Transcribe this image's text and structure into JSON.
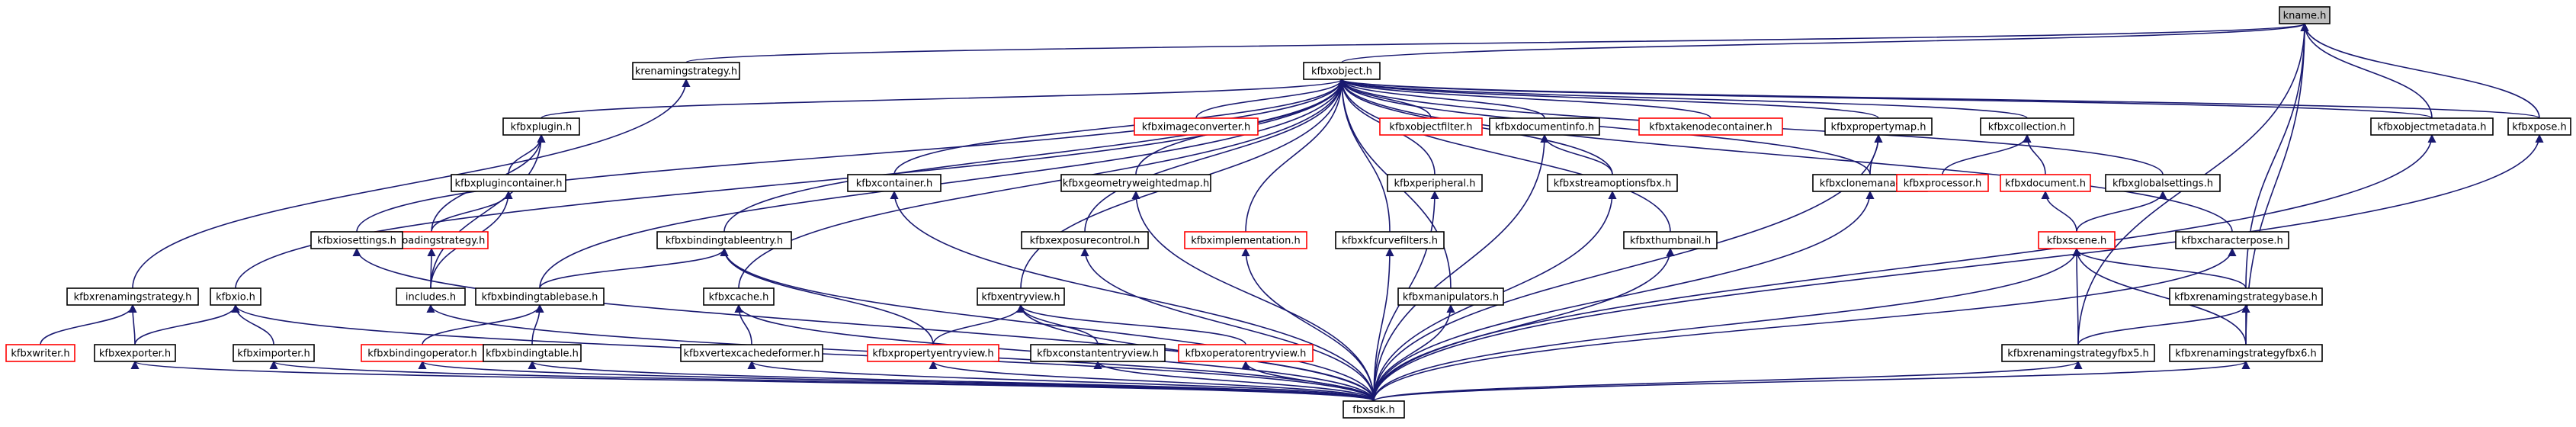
{
  "colors": {
    "edge": "#191970",
    "box_border_normal": "#000000",
    "box_border_red": "#ff0000",
    "root_fill": "#bfbfbf",
    "box_fill": "#ffffff"
  },
  "nodes": [
    {
      "id": "kname",
      "label": "kname.h",
      "style": "root"
    },
    {
      "id": "krenamingstrategy",
      "label": "krenamingstrategy.h",
      "style": "normal"
    },
    {
      "id": "kfbxobject",
      "label": "kfbxobject.h",
      "style": "normal"
    },
    {
      "id": "kfbxplugin",
      "label": "kfbxplugin.h",
      "style": "normal"
    },
    {
      "id": "kfbxplugincontainer",
      "label": "kfbxplugincontainer.h",
      "style": "normal"
    },
    {
      "id": "kfbxloadingstrategy",
      "label": "kfbxloadingstrategy.h",
      "style": "red"
    },
    {
      "id": "includes",
      "label": "includes.h",
      "style": "normal"
    },
    {
      "id": "kfbxiosettings",
      "label": "kfbxiosettings.h",
      "style": "normal"
    },
    {
      "id": "kfbxrenamingstrategy",
      "label": "kfbxrenamingstrategy.h",
      "style": "normal"
    },
    {
      "id": "kfbxwriter",
      "label": "kfbxwriter.h",
      "style": "red"
    },
    {
      "id": "kfbxio",
      "label": "kfbxio.h",
      "style": "normal"
    },
    {
      "id": "kfbxexporter",
      "label": "kfbxexporter.h",
      "style": "normal"
    },
    {
      "id": "kfbximporter",
      "label": "kfbximporter.h",
      "style": "normal"
    },
    {
      "id": "kfbxbindingtableentry",
      "label": "kfbxbindingtableentry.h",
      "style": "normal"
    },
    {
      "id": "kfbxbindingtablebase",
      "label": "kfbxbindingtablebase.h",
      "style": "normal"
    },
    {
      "id": "kfbxbindingoperator",
      "label": "kfbxbindingoperator.h",
      "style": "red"
    },
    {
      "id": "kfbxbindingtable",
      "label": "kfbxbindingtable.h",
      "style": "normal"
    },
    {
      "id": "kfbxcontainer",
      "label": "kfbxcontainer.h",
      "style": "normal"
    },
    {
      "id": "kfbxcache",
      "label": "kfbxcache.h",
      "style": "normal"
    },
    {
      "id": "kfbxvertexcachedeformer",
      "label": "kfbxvertexcachedeformer.h",
      "style": "normal"
    },
    {
      "id": "kfbximageconverter",
      "label": "kfbximageconverter.h",
      "style": "red"
    },
    {
      "id": "kfbxgeometryweightedmap",
      "label": "kfbxgeometryweightedmap.h",
      "style": "normal"
    },
    {
      "id": "kfbxexposurecontrol",
      "label": "kfbxexposurecontrol.h",
      "style": "normal"
    },
    {
      "id": "kfbximplementation",
      "label": "kfbximplementation.h",
      "style": "red"
    },
    {
      "id": "kfbxentryview",
      "label": "kfbxentryview.h",
      "style": "normal"
    },
    {
      "id": "kfbxpropertyentryview",
      "label": "kfbxpropertyentryview.h",
      "style": "red"
    },
    {
      "id": "kfbxconstantentryview",
      "label": "kfbxconstantentryview.h",
      "style": "normal"
    },
    {
      "id": "kfbxoperatorentryview",
      "label": "kfbxoperatorentryview.h",
      "style": "red"
    },
    {
      "id": "kfbxobjectfilter",
      "label": "kfbxobjectfilter.h",
      "style": "red"
    },
    {
      "id": "kfbxkfcurvefilters",
      "label": "kfbxkfcurvefilters.h",
      "style": "normal"
    },
    {
      "id": "kfbxperipheral",
      "label": "kfbxperipheral.h",
      "style": "normal"
    },
    {
      "id": "kfbxmanipulators",
      "label": "kfbxmanipulators.h",
      "style": "normal"
    },
    {
      "id": "kfbxdocumentinfo",
      "label": "kfbxdocumentinfo.h",
      "style": "normal"
    },
    {
      "id": "kfbxstreamoptionsfbx",
      "label": "kfbxstreamoptionsfbx.h",
      "style": "normal"
    },
    {
      "id": "kfbxtakenodecontainer",
      "label": "kfbxtakenodecontainer.h",
      "style": "red"
    },
    {
      "id": "kfbxthumbnail",
      "label": "kfbxthumbnail.h",
      "style": "normal"
    },
    {
      "id": "kfbxpropertymap",
      "label": "kfbxpropertymap.h",
      "style": "normal"
    },
    {
      "id": "kfbxclonemanager",
      "label": "kfbxclonemanager.h",
      "style": "normal"
    },
    {
      "id": "kfbxcollection",
      "label": "kfbxcollection.h",
      "style": "normal"
    },
    {
      "id": "kfbxprocessor",
      "label": "kfbxprocessor.h",
      "style": "red"
    },
    {
      "id": "kfbxdocument",
      "label": "kfbxdocument.h",
      "style": "red"
    },
    {
      "id": "kfbxglobalsettings",
      "label": "kfbxglobalsettings.h",
      "style": "normal"
    },
    {
      "id": "kfbxscene",
      "label": "kfbxscene.h",
      "style": "red"
    },
    {
      "id": "kfbxrenamingstrategybase",
      "label": "kfbxrenamingstrategybase.h",
      "style": "normal"
    },
    {
      "id": "kfbxrenamingstrategyfbx5",
      "label": "kfbxrenamingstrategyfbx5.h",
      "style": "normal"
    },
    {
      "id": "kfbxrenamingstrategyfbx6",
      "label": "kfbxrenamingstrategyfbx6.h",
      "style": "normal"
    },
    {
      "id": "kfbxcharacterpose",
      "label": "kfbxcharacterpose.h",
      "style": "normal"
    },
    {
      "id": "kfbxobjectmetadata",
      "label": "kfbxobjectmetadata.h",
      "style": "normal"
    },
    {
      "id": "kfbxpose",
      "label": "kfbxpose.h",
      "style": "normal"
    },
    {
      "id": "fbxsdk",
      "label": "fbxsdk.h",
      "style": "normal"
    }
  ],
  "edges": [
    [
      "kname",
      "krenamingstrategy"
    ],
    [
      "kname",
      "kfbxobject"
    ],
    [
      "kname",
      "kfbxobjectmetadata"
    ],
    [
      "kname",
      "kfbxpose"
    ],
    [
      "kname",
      "kfbxrenamingstrategybase"
    ],
    [
      "kname",
      "kfbxrenamingstrategyfbx5"
    ],
    [
      "kname",
      "kfbxrenamingstrategyfbx6"
    ],
    [
      "krenamingstrategy",
      "kfbxrenamingstrategy"
    ],
    [
      "kfbxobject",
      "kfbxplugin"
    ],
    [
      "kfbxobject",
      "kfbxiosettings"
    ],
    [
      "kfbxobject",
      "kfbxio"
    ],
    [
      "kfbxobject",
      "kfbxbindingtableentry"
    ],
    [
      "kfbxobject",
      "kfbxbindingtablebase"
    ],
    [
      "kfbxobject",
      "kfbxcontainer"
    ],
    [
      "kfbxobject",
      "kfbxcache"
    ],
    [
      "kfbxobject",
      "kfbximageconverter"
    ],
    [
      "kfbxobject",
      "kfbxgeometryweightedmap"
    ],
    [
      "kfbxobject",
      "kfbxexposurecontrol"
    ],
    [
      "kfbxobject",
      "kfbximplementation"
    ],
    [
      "kfbxobject",
      "kfbxentryview"
    ],
    [
      "kfbxobject",
      "kfbxobjectfilter"
    ],
    [
      "kfbxobject",
      "kfbxkfcurvefilters"
    ],
    [
      "kfbxobject",
      "kfbxperipheral"
    ],
    [
      "kfbxobject",
      "kfbxmanipulators"
    ],
    [
      "kfbxobject",
      "kfbxdocumentinfo"
    ],
    [
      "kfbxobject",
      "kfbxstreamoptionsfbx"
    ],
    [
      "kfbxobject",
      "kfbxtakenodecontainer"
    ],
    [
      "kfbxobject",
      "kfbxthumbnail"
    ],
    [
      "kfbxobject",
      "kfbxpropertymap"
    ],
    [
      "kfbxobject",
      "kfbxclonemanager"
    ],
    [
      "kfbxobject",
      "kfbxcollection"
    ],
    [
      "kfbxobject",
      "kfbxglobalsettings"
    ],
    [
      "kfbxobject",
      "kfbxcharacterpose"
    ],
    [
      "kfbxobject",
      "kfbxobjectmetadata"
    ],
    [
      "kfbxobject",
      "kfbxpose"
    ],
    [
      "kfbxplugin",
      "kfbxplugincontainer"
    ],
    [
      "kfbxplugin",
      "kfbxloadingstrategy"
    ],
    [
      "kfbxplugin",
      "includes"
    ],
    [
      "kfbxplugincontainer",
      "kfbxloadingstrategy"
    ],
    [
      "kfbxplugincontainer",
      "includes"
    ],
    [
      "kfbxloadingstrategy",
      "includes"
    ],
    [
      "kfbxrenamingstrategy",
      "kfbxwriter"
    ],
    [
      "kfbxrenamingstrategy",
      "kfbxexporter"
    ],
    [
      "kfbxio",
      "kfbxexporter"
    ],
    [
      "kfbxio",
      "kfbximporter"
    ],
    [
      "kfbxio",
      "fbxsdk"
    ],
    [
      "kfbxbindingtableentry",
      "kfbxbindingtablebase"
    ],
    [
      "kfbxbindingtableentry",
      "kfbxpropertyentryview"
    ],
    [
      "kfbxbindingtableentry",
      "fbxsdk"
    ],
    [
      "kfbxbindingtablebase",
      "kfbxbindingoperator"
    ],
    [
      "kfbxbindingtablebase",
      "kfbxbindingtable"
    ],
    [
      "kfbxcache",
      "kfbxvertexcachedeformer"
    ],
    [
      "kfbxcache",
      "fbxsdk"
    ],
    [
      "kfbxentryview",
      "kfbxpropertyentryview"
    ],
    [
      "kfbxentryview",
      "kfbxconstantentryview"
    ],
    [
      "kfbxentryview",
      "kfbxoperatorentryview"
    ],
    [
      "kfbxentryview",
      "fbxsdk"
    ],
    [
      "kfbxdocumentinfo",
      "kfbxstreamoptionsfbx"
    ],
    [
      "kfbxdocumentinfo",
      "fbxsdk"
    ],
    [
      "kfbxpropertymap",
      "kfbxclonemanager"
    ],
    [
      "kfbxpropertymap",
      "fbxsdk"
    ],
    [
      "kfbxcollection",
      "kfbxprocessor"
    ],
    [
      "kfbxcollection",
      "kfbxdocument"
    ],
    [
      "kfbxdocument",
      "kfbxscene"
    ],
    [
      "kfbxglobalsettings",
      "kfbxscene"
    ],
    [
      "kfbxscene",
      "kfbxrenamingstrategybase"
    ],
    [
      "kfbxscene",
      "kfbxrenamingstrategyfbx5"
    ],
    [
      "kfbxscene",
      "kfbxrenamingstrategyfbx6"
    ],
    [
      "kfbxscene",
      "fbxsdk"
    ],
    [
      "kfbxrenamingstrategybase",
      "kfbxrenamingstrategyfbx5"
    ],
    [
      "kfbxrenamingstrategybase",
      "kfbxrenamingstrategyfbx6"
    ],
    [
      "kfbxrenamingstrategyfbx5",
      "fbxsdk"
    ],
    [
      "kfbxrenamingstrategyfbx6",
      "fbxsdk"
    ],
    [
      "kfbxiosettings",
      "fbxsdk"
    ],
    [
      "includes",
      "fbxsdk"
    ],
    [
      "kfbxexporter",
      "fbxsdk"
    ],
    [
      "kfbximporter",
      "fbxsdk"
    ],
    [
      "kfbxbindingoperator",
      "fbxsdk"
    ],
    [
      "kfbxbindingtable",
      "fbxsdk"
    ],
    [
      "kfbxcontainer",
      "fbxsdk"
    ],
    [
      "kfbxvertexcachedeformer",
      "fbxsdk"
    ],
    [
      "kfbxgeometryweightedmap",
      "fbxsdk"
    ],
    [
      "kfbxexposurecontrol",
      "fbxsdk"
    ],
    [
      "kfbximplementation",
      "fbxsdk"
    ],
    [
      "kfbxpropertyentryview",
      "fbxsdk"
    ],
    [
      "kfbxconstantentryview",
      "fbxsdk"
    ],
    [
      "kfbxoperatorentryview",
      "fbxsdk"
    ],
    [
      "kfbxkfcurvefilters",
      "fbxsdk"
    ],
    [
      "kfbxperipheral",
      "fbxsdk"
    ],
    [
      "kfbxmanipulators",
      "fbxsdk"
    ],
    [
      "kfbxstreamoptionsfbx",
      "fbxsdk"
    ],
    [
      "kfbxthumbnail",
      "fbxsdk"
    ],
    [
      "kfbxclonemanager",
      "fbxsdk"
    ],
    [
      "kfbxcharacterpose",
      "fbxsdk"
    ],
    [
      "kfbxobjectmetadata",
      "fbxsdk"
    ],
    [
      "kfbxpose",
      "fbxsdk"
    ]
  ]
}
